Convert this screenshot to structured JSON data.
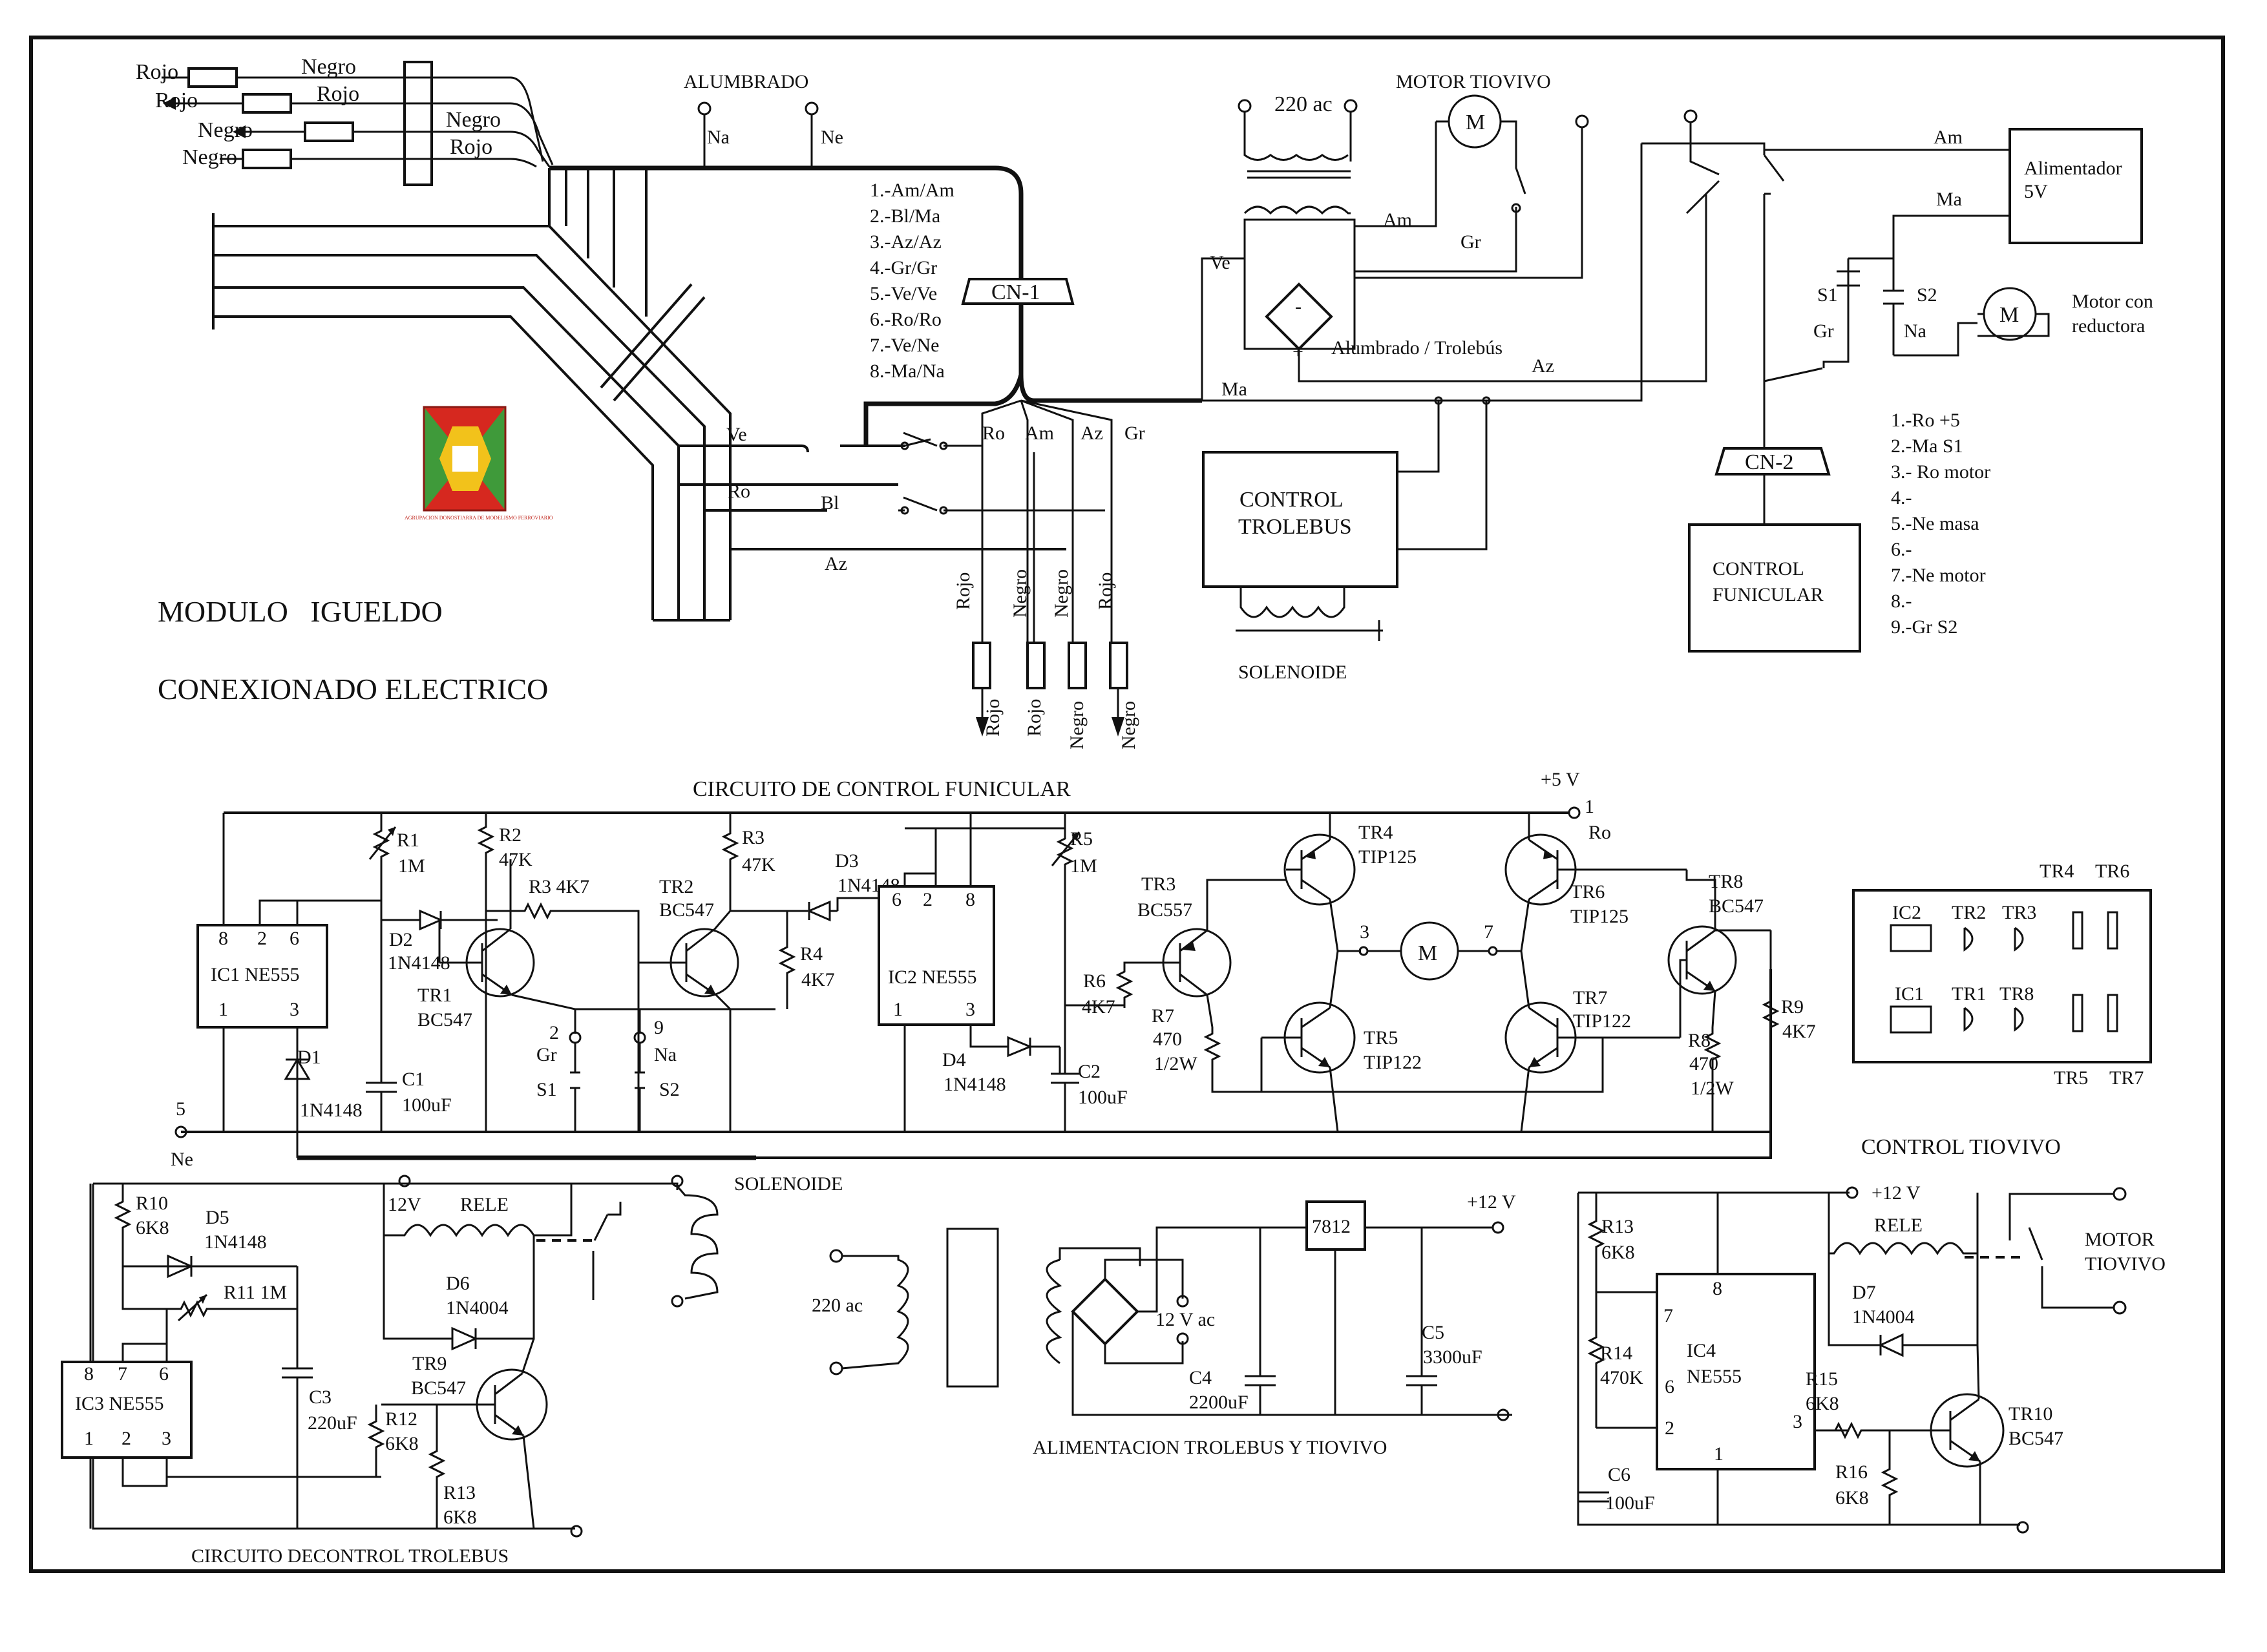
{
  "header": {
    "title": "MODULO   IGUELDO",
    "subtitle": "CONEXIONADO ELECTRICO"
  },
  "top": {
    "left_wires": [
      "Rojo",
      "Negro",
      "Rojo",
      "Rojo",
      "Negro",
      "Negro",
      "Negro",
      "Rojo"
    ],
    "alumbrado": {
      "label": "ALUMBRADO",
      "na": "Na",
      "ne": "Ne"
    },
    "cn1": {
      "label": "CN-1",
      "pins": [
        "1.-Am/Am",
        "2.-Bl/Ma",
        "3.-Az/Az",
        "4.-Gr/Gr",
        "5.-Ve/Ve",
        "6.-Ro/Ro",
        "7.-Ve/Ne",
        "8.-Ma/Na"
      ]
    },
    "track_wires": [
      "Ve",
      "Ro",
      "Bl",
      "Az"
    ],
    "drop_wires": [
      "Ro",
      "Am",
      "Az",
      "Gr"
    ],
    "drop_upper": [
      "Rojo",
      "Negro",
      "Negro",
      "Rojo"
    ],
    "drop_lower": [
      "Rojo",
      "Rojo",
      "Negro",
      "Negro"
    ],
    "transformer": "220 ac",
    "motor_tiovivo": {
      "label": "MOTOR TIOVIVO",
      "m": "M"
    },
    "bridge": {
      "label": "Alumbrado / Trolebús",
      "minus": "-",
      "plus": "+"
    },
    "wires_mid": {
      "ve": "Ve",
      "am": "Am",
      "gr": "Gr",
      "ma": "Ma",
      "az": "Az"
    },
    "control_trolebus": [
      "CONTROL",
      "TROLEBUS"
    ],
    "solenoide": "SOLENOIDE",
    "alimentador": [
      "Alimentador",
      "5V"
    ],
    "right_wires": {
      "am": "Am",
      "ma": "Ma",
      "s1": "S1",
      "s2": "S2",
      "gr": "Gr",
      "na": "Na"
    },
    "motor_reductora": {
      "m": "M",
      "label": [
        "Motor con",
        "reductora"
      ]
    },
    "cn2": {
      "label": "CN-2",
      "pins": [
        "1.-Ro +5",
        "2.-Ma S1",
        "3.- Ro motor",
        "4.-",
        "5.-Ne masa",
        "6.-",
        "7.-Ne motor",
        "8.-",
        "9.-Gr S2"
      ]
    },
    "control_funicular": [
      "CONTROL",
      "FUNICULAR"
    ]
  },
  "funicular": {
    "title": "CIRCUITO DE CONTROL FUNICULAR",
    "supply": {
      "v": "+5 V",
      "pin": "1",
      "ro": "Ro"
    },
    "ground": {
      "pin": "5",
      "ne": "Ne"
    },
    "ic1": {
      "label": "IC1 NE555",
      "top_pins": [
        "8",
        "2",
        "6"
      ],
      "bottom_pins": [
        "1",
        "3"
      ]
    },
    "ic2": {
      "label": "IC2 NE555",
      "top_pins": [
        "6",
        "2",
        "8"
      ],
      "bottom_pins": [
        "1",
        "3"
      ]
    },
    "r1": [
      "R1",
      "1M"
    ],
    "r2": [
      "R2",
      "47K"
    ],
    "r3": "R3 4K7",
    "r4": [
      "R4",
      "4K7"
    ],
    "r5": [
      "R5",
      "1M"
    ],
    "r6": [
      "R6",
      "4K7"
    ],
    "r7": [
      "R7",
      "470",
      "1/2W"
    ],
    "r8": [
      "R8",
      "470",
      "1/2W"
    ],
    "r9": [
      "R9",
      "4K7"
    ],
    "r3b": [
      "R3",
      "47K"
    ],
    "d1": [
      "D1",
      "1N4148"
    ],
    "d2": [
      "D2",
      "1N4148"
    ],
    "d3": [
      "D3",
      "1N4148"
    ],
    "d4": [
      "D4",
      "1N4148"
    ],
    "c1": [
      "C1",
      "100uF"
    ],
    "c2": [
      "C2",
      "100uF"
    ],
    "tr1": [
      "TR1",
      "BC547"
    ],
    "tr2": [
      "TR2",
      "BC547"
    ],
    "tr3": [
      "TR3",
      "BC557"
    ],
    "tr4": [
      "TR4",
      "TIP125"
    ],
    "tr5": [
      "TR5",
      "TIP122"
    ],
    "tr6": [
      "TR6",
      "TIP125"
    ],
    "tr7": [
      "TR7",
      "TIP122"
    ],
    "tr8": [
      "TR8",
      "BC547"
    ],
    "s1": {
      "pin": "2",
      "gr": "Gr",
      "s": "S1"
    },
    "s2": {
      "pin": "9",
      "na": "Na",
      "s": "S2"
    },
    "motor": {
      "m": "M",
      "left": "3",
      "right": "7"
    }
  },
  "layout_box": {
    "top_row": [
      "TR4",
      "TR6"
    ],
    "ic_row1": [
      "IC2",
      "TR2",
      "TR3"
    ],
    "ic_row2": [
      "IC1",
      "TR1",
      "TR8"
    ],
    "bottom_row": [
      "TR5",
      "TR7"
    ]
  },
  "trolebus": {
    "title": "CIRCUITO DECONTROL TROLEBUS",
    "v12": "12V",
    "rele": "RELE",
    "solenoide": "SOLENOIDE",
    "r10": [
      "R10",
      "6K8"
    ],
    "d5": [
      "D5",
      "1N4148"
    ],
    "r11": "R11 1M",
    "ic3": {
      "label": "IC3 NE555",
      "top_pins": [
        "8",
        "7",
        "6"
      ],
      "bottom_pins": [
        "1",
        "2",
        "3"
      ]
    },
    "c3": [
      "C3",
      "220uF"
    ],
    "d6": [
      "D6",
      "1N4004"
    ],
    "tr9": [
      "TR9",
      "BC547"
    ],
    "r12": [
      "R12",
      "6K8"
    ],
    "r13": [
      "R13",
      "6K8"
    ]
  },
  "alimentacion": {
    "title": "ALIMENTACION TROLEBUS Y TIOVIVO",
    "ac220": "220 ac",
    "ac12": "12 V ac",
    "reg": "7812",
    "out": "+12 V",
    "c4": [
      "C4",
      "2200uF"
    ],
    "c5": [
      "C5",
      "3300uF"
    ]
  },
  "tiovivo": {
    "title": "CONTROL TIOVIVO",
    "v12": "+12 V",
    "rele": "RELE",
    "motor": [
      "MOTOR",
      "TIOVIVO"
    ],
    "r13": [
      "R13",
      "6K8"
    ],
    "r14": [
      "R14",
      "470K"
    ],
    "ic4": {
      "label": [
        "IC4",
        "NE555"
      ],
      "pins": [
        "8",
        "7",
        "6",
        "2",
        "3",
        "1"
      ]
    },
    "c6": [
      "C6",
      "100uF"
    ],
    "d7": [
      "D7",
      "1N4004"
    ],
    "r15": [
      "R15",
      "6K8"
    ],
    "r16": [
      "R16",
      "6K8"
    ],
    "tr10": [
      "TR10",
      "BC547"
    ]
  },
  "logo": {
    "text": "AGRUPACION DONOSTIARRA DE MODELISMO FERROVIARIO"
  },
  "colors": {
    "ink": "#111111",
    "logo_red": "#d6281f",
    "logo_green": "#3f9a3a",
    "logo_yellow": "#f2c21b"
  }
}
